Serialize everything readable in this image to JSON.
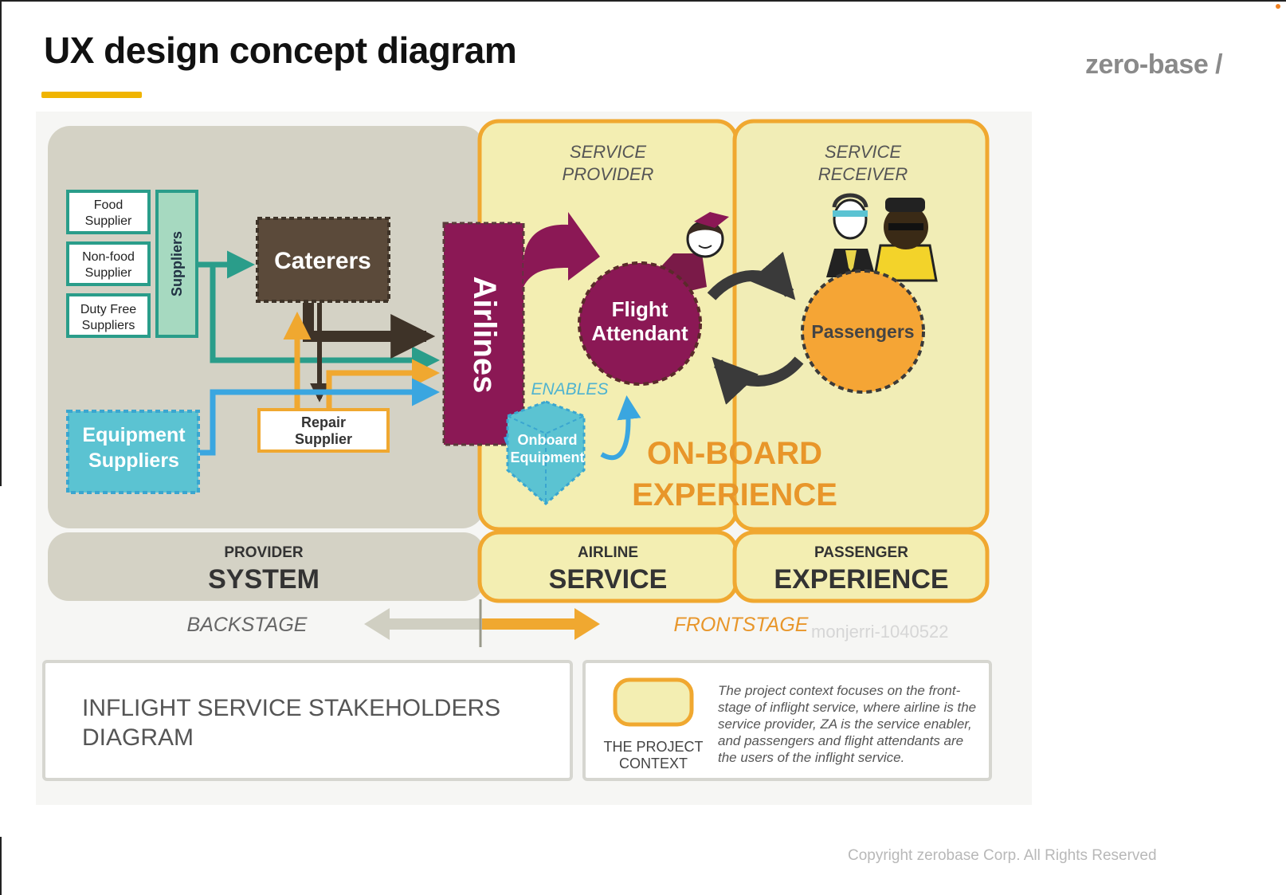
{
  "title": "UX design concept diagram",
  "brand": "zero-base /",
  "copyright": "Copyright zerobase Corp. All Rights Reserved",
  "watermark": "monjerri-1040522",
  "colors": {
    "accent_yellow": "#f0b400",
    "provider_gray": "#d4d2c5",
    "context_yellow": "#f3eeb2",
    "context_border": "#f0a830",
    "teal": "#2a9d8a",
    "brown": "#5b4a3a",
    "airline_purple": "#8b1855",
    "equipment_blue": "#5bc3d2",
    "passenger_orange": "#f5a535",
    "orange_text": "#e8962a"
  },
  "diagram": {
    "service_provider": [
      "SERVICE",
      "PROVIDER"
    ],
    "service_receiver": [
      "SERVICE",
      "RECEIVER"
    ],
    "suppliers": [
      "Food",
      "Supplier",
      "Non-food",
      "Supplier",
      "Duty Free",
      "Suppliers"
    ],
    "suppliers_group": "Suppliers",
    "caterers": "Caterers",
    "repair_supplier": [
      "Repair",
      "Supplier"
    ],
    "equipment_suppliers": [
      "Equipment",
      "Suppliers"
    ],
    "airlines": "Airlines",
    "enables": "ENABLES",
    "onboard_equipment": [
      "Onboard",
      "Equipment"
    ],
    "flight_attendant": [
      "Flight",
      "Attendant"
    ],
    "passengers": "Passengers",
    "onboard_experience": [
      "ON-BOARD",
      "EXPERIENCE"
    ],
    "bottom_provider": [
      "PROVIDER",
      "SYSTEM"
    ],
    "bottom_airline": [
      "AIRLINE",
      "SERVICE"
    ],
    "bottom_passenger": [
      "PASSENGER",
      "EXPERIENCE"
    ],
    "backstage": "BACKSTAGE",
    "frontstage": "FRONTSTAGE",
    "legend_title": [
      "INFLIGHT SERVICE STAKEHOLDERS",
      "DIAGRAM"
    ],
    "project_context_label": [
      "THE PROJECT",
      "CONTEXT"
    ],
    "project_context_desc": [
      "The project context focuses on the front-",
      "stage of inflight service, where airline is the",
      "service provider, ZA is the service enabler,",
      "and passengers and flight attendants are",
      "the users of the inflight service."
    ]
  }
}
